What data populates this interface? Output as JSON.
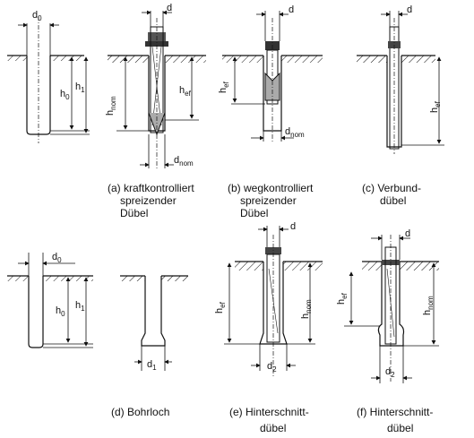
{
  "figures": [
    {
      "id": "a",
      "caption_lines": [
        "(a) kraftkontrolliert",
        "spreizender",
        "Dübel"
      ]
    },
    {
      "id": "b",
      "caption_lines": [
        "(b) wegkontrolliert",
        "spreizender",
        "Dübel"
      ]
    },
    {
      "id": "c",
      "caption_lines": [
        "(c) Verbund-",
        "dübel"
      ]
    },
    {
      "id": "d",
      "caption_lines": [
        "(d) Bohrloch"
      ]
    },
    {
      "id": "e",
      "caption_lines": [
        "(e) Hinterschnitt-",
        "dübel"
      ]
    },
    {
      "id": "f",
      "caption_lines": [
        "(f) Hinterschnitt-",
        "dübel"
      ]
    }
  ],
  "labels": {
    "d0": "d",
    "d0_sub": "0",
    "d": "d",
    "h0": "h",
    "h0_sub": "0",
    "h1": "h",
    "h1_sub": "1",
    "hnom": "h",
    "hnom_sub": "nom",
    "hef": "h",
    "hef_sub": "ef",
    "dnom": "d",
    "dnom_sub": "nom",
    "d1": "d",
    "d1_sub": "1",
    "d2": "d",
    "d2_sub": "2"
  }
}
